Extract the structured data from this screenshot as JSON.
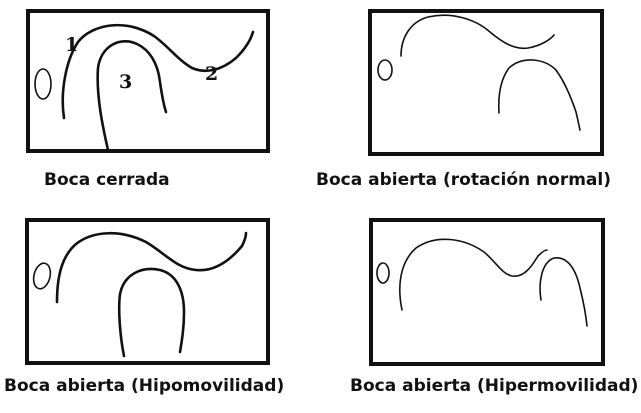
{
  "panels": [
    {
      "caption": "Boca cerrada",
      "labels": [
        "1",
        "2",
        "3"
      ]
    },
    {
      "caption": "Boca abierta (rotación normal)"
    },
    {
      "caption": "Boca abierta (Hipomovilidad)"
    },
    {
      "caption": "Boca abierta (Hipermovilidad)"
    }
  ]
}
